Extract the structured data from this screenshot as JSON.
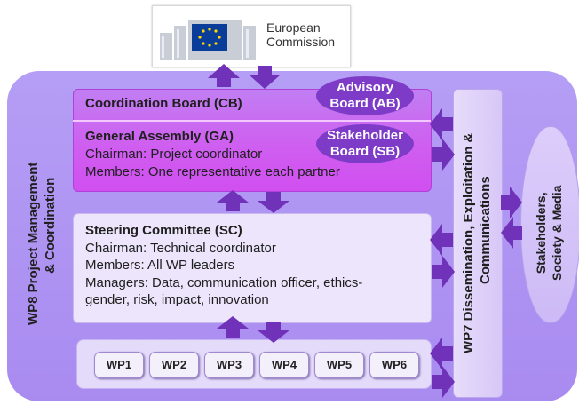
{
  "ec_logo": {
    "line1": "European",
    "line2": "Commission"
  },
  "wp8_label": {
    "line1": "WP8 Project Management",
    "line2": "& Coordination"
  },
  "coordination_board": "Coordination Board (CB)",
  "general_assembly": {
    "title": "General Assembly (GA)",
    "chairman": "Chairman: Project coordinator",
    "members": "Members: One representative each partner"
  },
  "advisory_board": {
    "line1": "Advisory",
    "line2": "Board (AB)"
  },
  "stakeholder_board": {
    "line1": "Stakeholder",
    "line2": "Board (SB)"
  },
  "steering_committee": {
    "title": "Steering Committee (SC)",
    "chairman": "Chairman: Technical coordinator",
    "members": "Members: All WP leaders",
    "managers_line1": "Managers: Data, communication officer, ethics-",
    "managers_line2": "gender, risk, impact, innovation"
  },
  "work_packages": [
    "WP1",
    "WP2",
    "WP3",
    "WP4",
    "WP5",
    "WP6"
  ],
  "wp7_label": {
    "line1": "WP7 Dissemination, Exploitation &",
    "line2": "Communications"
  },
  "stakeholders_label": {
    "line1": "Stakeholders,",
    "line2": "Society & Media"
  },
  "colors": {
    "frame": "#ab8ff0",
    "assembly": "#d15ff0",
    "oval": "#7e3bc8",
    "arrow": "#7032b8"
  }
}
